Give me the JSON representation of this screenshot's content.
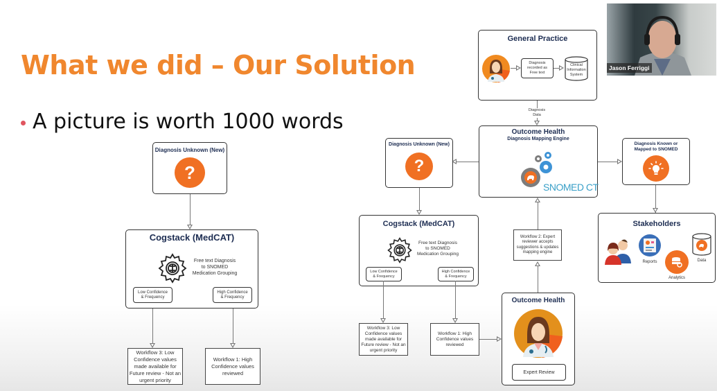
{
  "slide": {
    "title": "What we did – Our Solution",
    "bullet": "A picture is worth 1000 words",
    "colors": {
      "title": "#f0872e",
      "bullet_dot": "#e0555f",
      "box_title": "#1d2d52",
      "accent_orange": "#f07023",
      "snomed_blue": "#3aa0c8"
    }
  },
  "video_tile": {
    "participant_name": "Jason Ferriggi"
  },
  "left_diagram": {
    "diagnosis_unknown": {
      "label": "Diagnosis Unknown (New)",
      "icon": "question-icon",
      "glyph": "?"
    },
    "cogstack": {
      "title": "Cogstack (MedCAT)",
      "description": [
        "Free text Diagnosis",
        "to SNOMED",
        "Medication Grouping"
      ],
      "low_confidence": [
        "Low Confidence",
        "& Frequency"
      ],
      "high_confidence": [
        "High Confidence",
        "& Frequency"
      ]
    },
    "workflow3": [
      "Workflow 3: Low",
      "Confidence values",
      "made available for",
      "Future review - Not an",
      "urgent priority"
    ],
    "workflow1": [
      "Workflow 1: High",
      "Confidence values",
      "reviewed"
    ]
  },
  "right_diagram": {
    "general_practice": {
      "title": "General Practice",
      "step1": [
        "Diagnosis",
        "recorded as",
        "Free text"
      ],
      "step2": [
        "Clinical",
        "Information",
        "System"
      ]
    },
    "diagnosis_data_label": [
      "Diagnosis",
      "Data"
    ],
    "mapping_engine": {
      "title": "Outcome Health",
      "subtitle": "Diagnosis Mapping Engine",
      "logo_text_1": "SNOMED",
      "logo_text_2": "CT"
    },
    "diagnosis_unknown": {
      "label": "Diagnosis Unknown (New)",
      "glyph": "?"
    },
    "diagnosis_known": {
      "label": [
        "Diagnosis Known or",
        "Mapped to SNOMED"
      ]
    },
    "cogstack": {
      "title": "Cogstack (MedCAT)",
      "description": [
        "Free text Diagnosis",
        "to SNOMED",
        "Medication Grouping"
      ],
      "low_confidence": [
        "Low Confidence",
        "& Frequency"
      ],
      "high_confidence": [
        "High Confidence",
        "& Frequency"
      ]
    },
    "workflow2": [
      "Workflow 2: Expert",
      "reviewer accepts",
      "suggestions & updates",
      "mapping engine"
    ],
    "workflow3": [
      "Workflow 3: Low",
      "Confidence values",
      "made available for",
      "Future review - Not an",
      "urgent priority"
    ],
    "workflow1": [
      "Workflow 1: High",
      "Confidence values",
      "reviewed"
    ],
    "outcome_health": {
      "title": "Outcome Health",
      "button": "Expert Review"
    },
    "stakeholders": {
      "title": "Stakeholders",
      "reports": "Reports",
      "analytics": "Analytics",
      "data": "Data"
    }
  }
}
